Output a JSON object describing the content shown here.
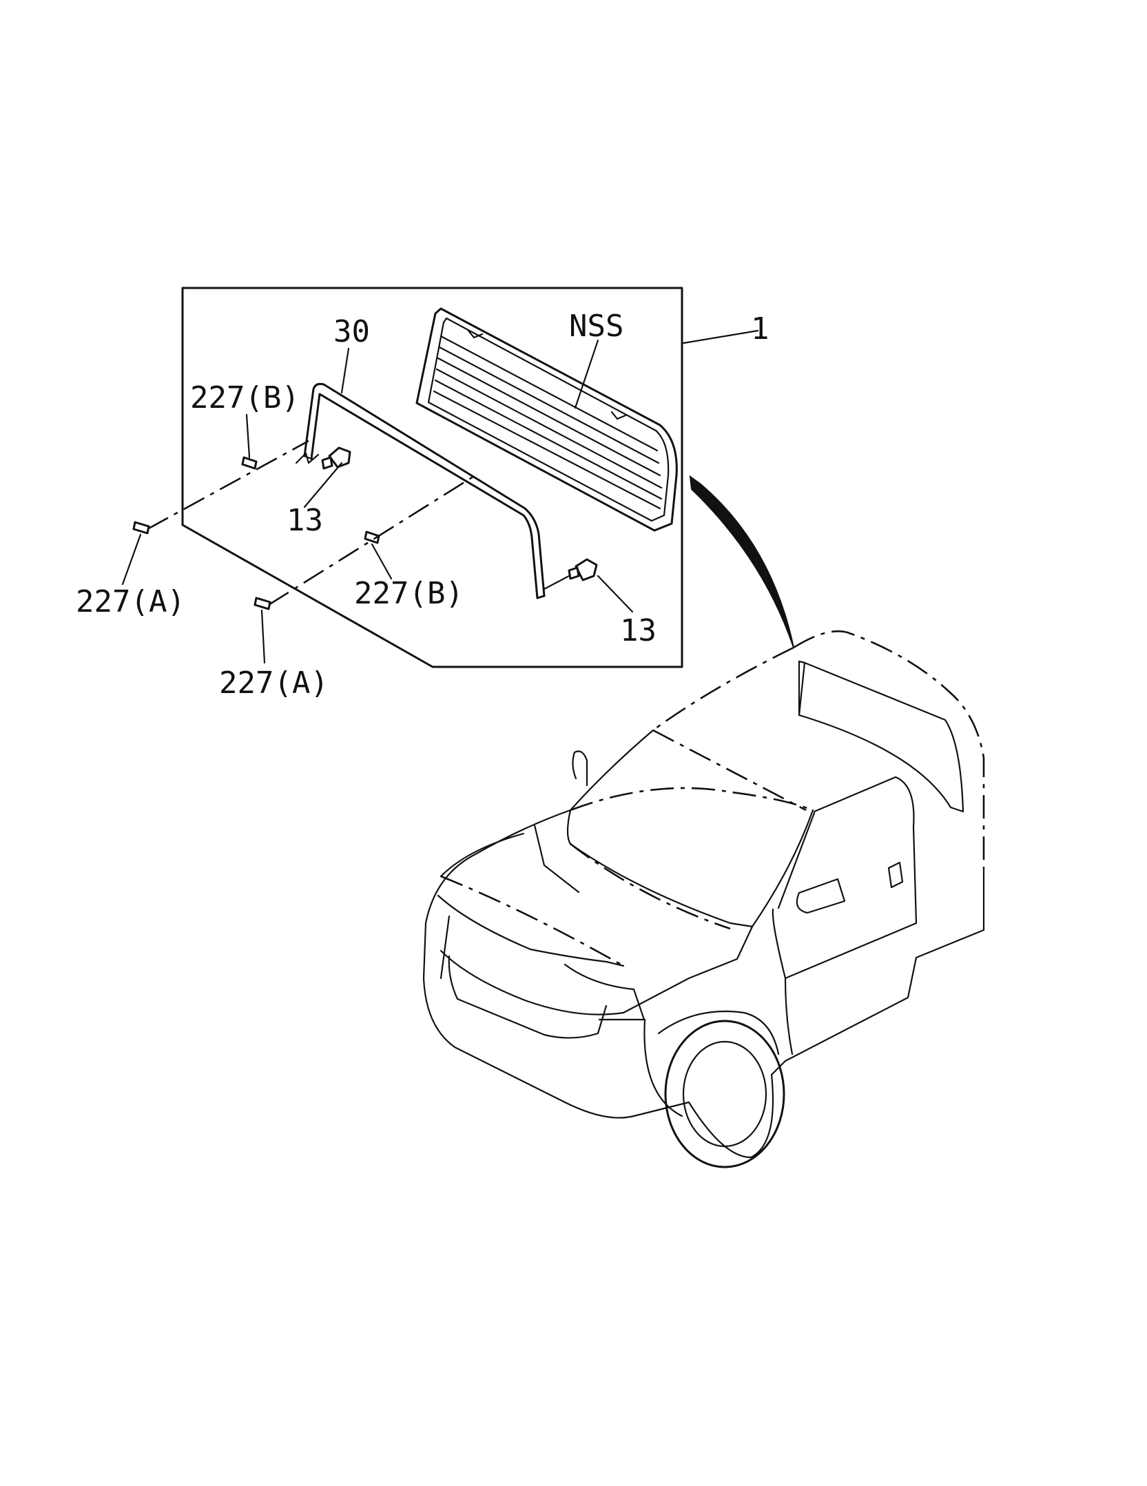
{
  "labels": {
    "assembly": "1",
    "glass": "NSS",
    "seal": "30",
    "spacer_b_upper": "227(B)",
    "spacer_a_left": "227(A)",
    "stud_upper": "13",
    "spacer_b_lower": "227(B)",
    "spacer_a_lower": "227(A)",
    "stud_lower": "13"
  }
}
